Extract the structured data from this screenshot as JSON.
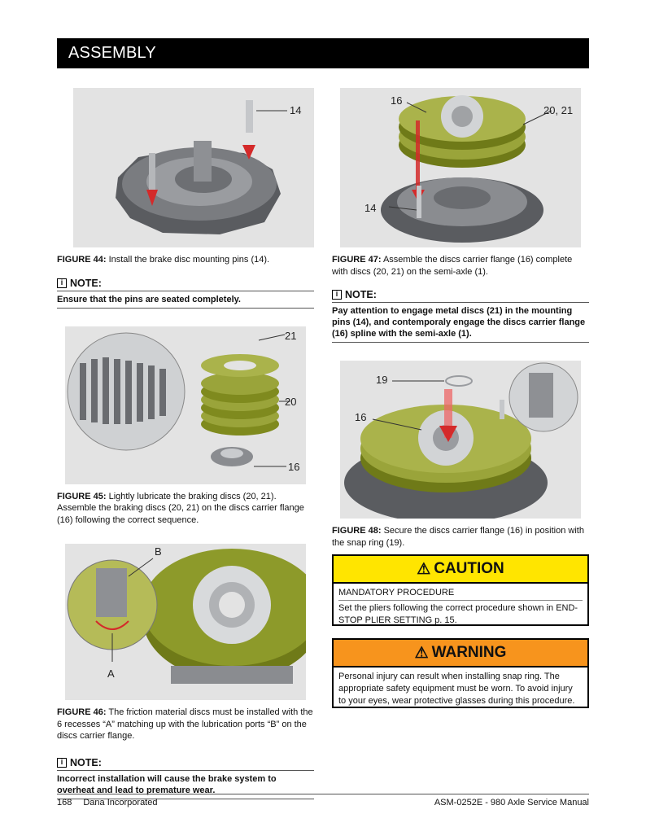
{
  "header": {
    "title": "ASSEMBLY"
  },
  "figures": {
    "fig44": {
      "label": "FIGURE 44:",
      "text": " Install the brake disc mounting pins (14).",
      "callouts": [
        "14"
      ]
    },
    "fig45": {
      "label": "FIGURE 45:",
      "text": " Lightly lubricate the braking discs (20, 21). Assemble the braking discs (20, 21) on the discs carrier flange (16) following the correct sequence.",
      "callouts": [
        "21",
        "20",
        "16"
      ]
    },
    "fig46": {
      "label": "FIGURE 46:",
      "text": " The friction material discs must be installed with the 6 recesses “A” matching up with the lubrication ports “B” on the discs carrier flange.",
      "callouts": [
        "B",
        "A"
      ]
    },
    "fig47": {
      "label": "FIGURE 47:",
      "text": " Assemble the discs carrier flange (16) complete with discs (20, 21) on the semi-axle (1).",
      "callouts": [
        "16",
        "20, 21",
        "14"
      ]
    },
    "fig48": {
      "label": "FIGURE 48:",
      "text": " Secure the discs carrier flange (16) in position with the snap ring (19).",
      "callouts": [
        "19",
        "16"
      ]
    }
  },
  "notes": {
    "note1": {
      "heading": "NOTE:",
      "body": "Ensure that the pins are seated completely."
    },
    "note2": {
      "heading": "NOTE:",
      "body": "Pay attention to engage metal discs (21) in the mounting pins (14), and contemporaly engage the discs carrier flange (16) spline with the semi-axle (1)."
    },
    "note3": {
      "heading": "NOTE:",
      "body": "Incorrect installation will cause the brake system to overheat and lead to premature wear."
    }
  },
  "caution": {
    "heading": "CAUTION",
    "lines": [
      "MANDATORY PROCEDURE",
      "Set the pliers following the correct procedure shown in END-STOP PLIER SETTING p. 15."
    ],
    "color": "#ffe500"
  },
  "warning": {
    "heading": "WARNING",
    "body": "Personal injury can result when installing snap ring. The appropriate safety equipment must be worn. To avoid injury to your eyes, wear protective glasses during this procedure.",
    "color": "#f7941d"
  },
  "footer": {
    "page": "168",
    "company": "Dana Incorporated",
    "manual": "ASM-0252E - 980 Axle Service Manual"
  },
  "icons": {
    "note": "info-icon",
    "alert": "warning-triangle-icon"
  }
}
